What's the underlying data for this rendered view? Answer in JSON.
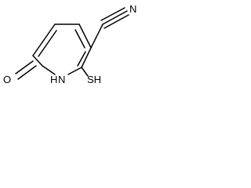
{
  "molecule": {
    "atoms": {
      "oxygen": "O",
      "ring_nitrogen": "N",
      "ring_hydrogen": "H",
      "thiol": "SH",
      "nitrile_nitrogen": "N"
    }
  },
  "colors": {
    "bond": "#000000",
    "label": "#000000",
    "background": "#ffffff"
  }
}
